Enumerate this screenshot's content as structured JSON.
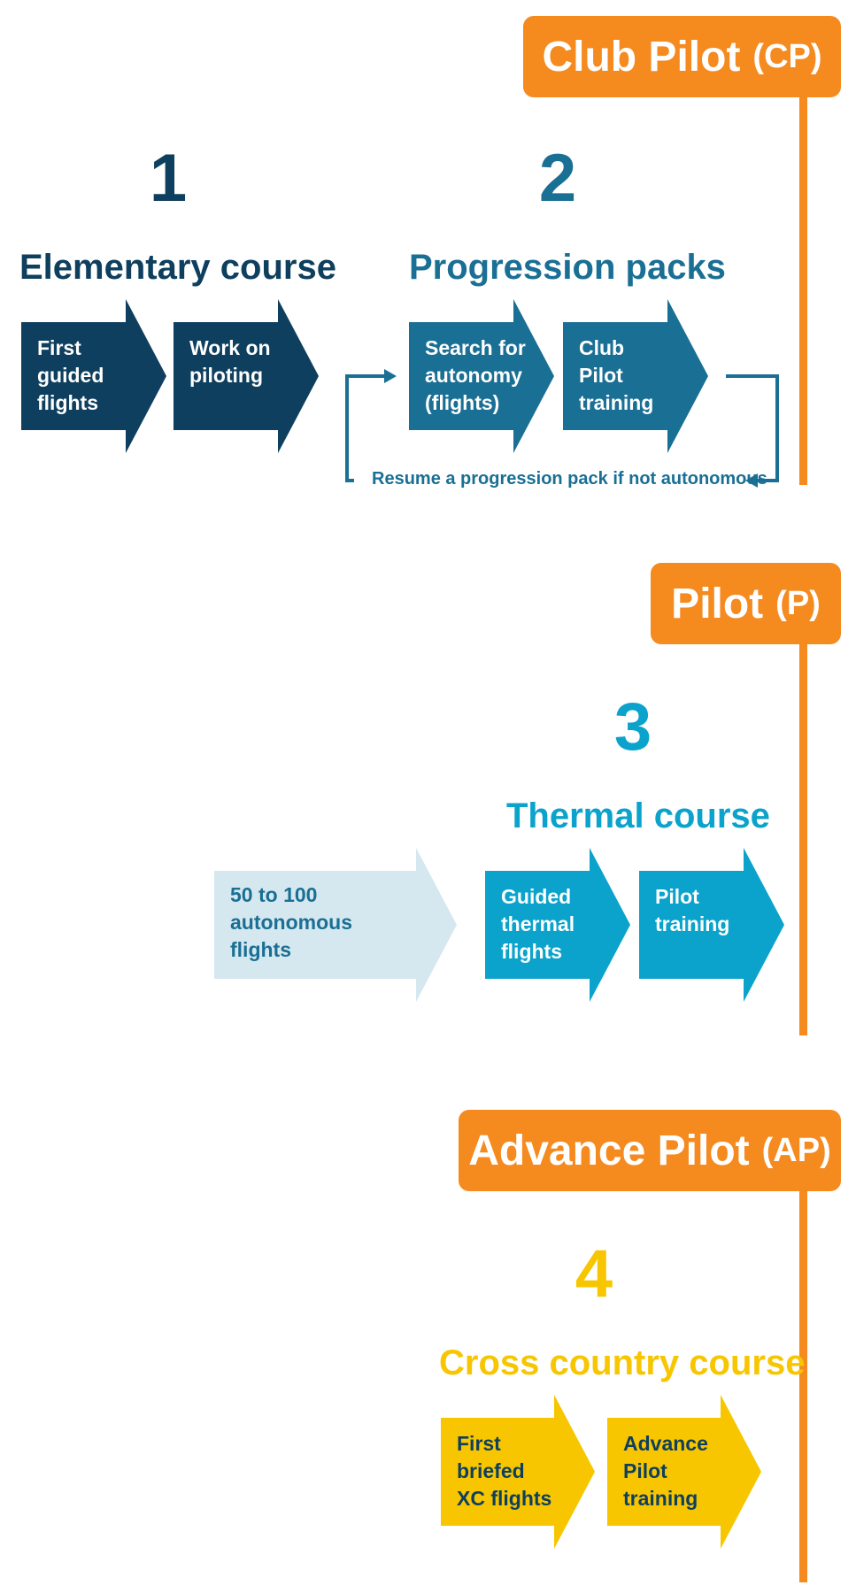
{
  "levels": {
    "cp": {
      "name": "Club Pilot",
      "abbr": "(CP)"
    },
    "p": {
      "name": "Pilot",
      "abbr": "(P)"
    },
    "ap": {
      "name": "Advance Pilot",
      "abbr": "(AP)"
    }
  },
  "sections": {
    "s1": {
      "number": "1",
      "title": "Elementary course",
      "steps": [
        "First\nguided\nflights",
        "Work on\npiloting"
      ]
    },
    "s2": {
      "number": "2",
      "title": "Progression packs",
      "steps": [
        "Search for\nautonomy\n(flights)",
        "Club\nPilot\ntraining"
      ],
      "loop_note": "Resume a progression pack if not autonomous"
    },
    "s3": {
      "number": "3",
      "title": "Thermal course",
      "prereq": "50 to 100\nautonomous\nflights",
      "steps": [
        "Guided\nthermal\nflights",
        "Pilot\ntraining"
      ]
    },
    "s4": {
      "number": "4",
      "title": "Cross country course",
      "steps": [
        "First\nbriefed\nXC flights",
        "Advance\nPilot\ntraining"
      ]
    }
  },
  "colors": {
    "orange": "#F58A1F",
    "dark_blue": "#0E3F5E",
    "mid_blue": "#1A6F94",
    "light_blue": "#0BA3CC",
    "pale_blue": "#D6E8EF",
    "yellow": "#F7C600"
  }
}
